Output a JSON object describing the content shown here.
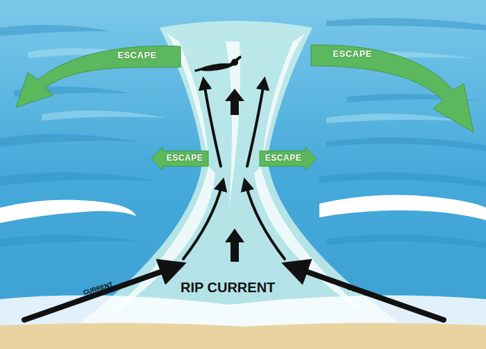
{
  "diagram": {
    "nodes": [
      {
        "text": [
          "ESCAPE"
        ]
      },
      {
        "text": [
          "ESCAPE"
        ]
      },
      {
        "text": [
          "ESCAPE"
        ]
      },
      {
        "text": [
          "ESCAPE"
        ]
      }
    ],
    "labels": [
      "RIP CURRENT",
      "CURRENT",
      "CURRENT"
    ]
  }
}
